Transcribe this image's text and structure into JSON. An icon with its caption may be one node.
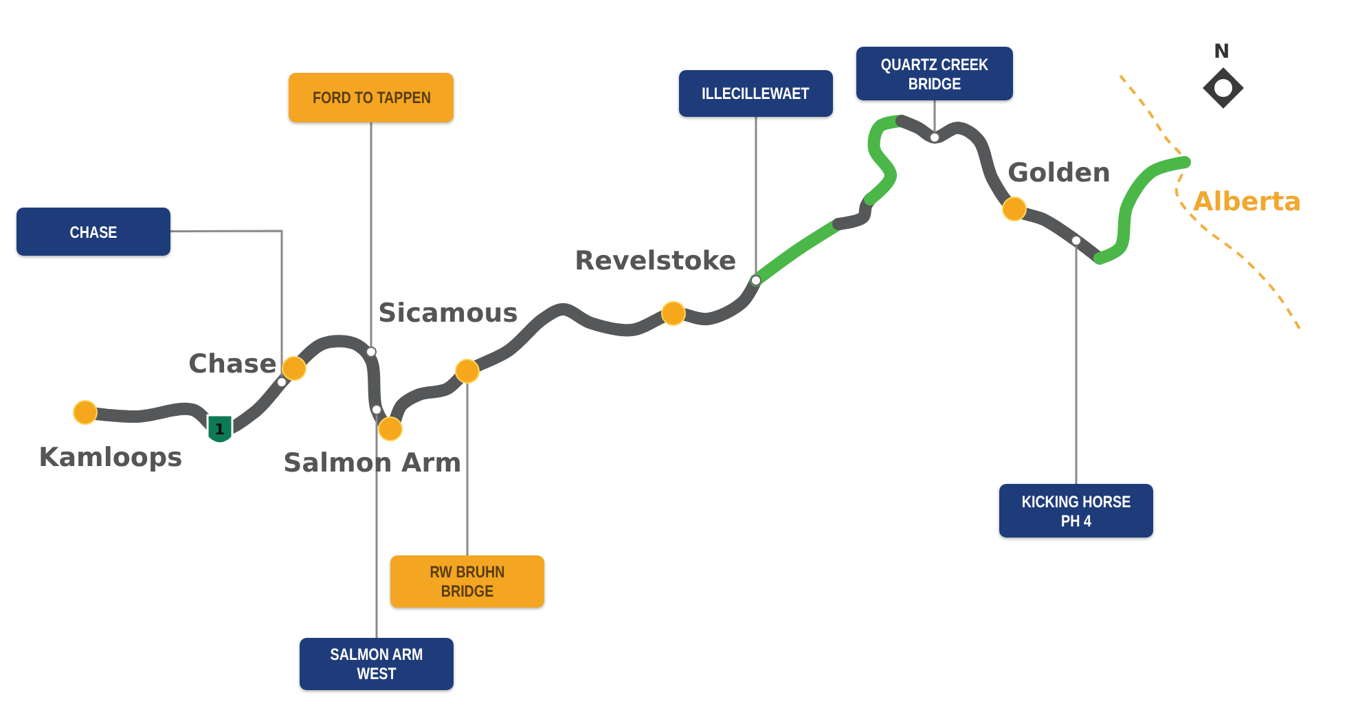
{
  "diagram": {
    "nodes": [
      {
        "text": [
          "CHASE"
        ]
      },
      {
        "text": [
          "FORD TO TAPPEN"
        ]
      },
      {
        "text": [
          "ILLECILLEWAET"
        ]
      },
      {
        "text": [
          "QUARTZ CREEK BRIDGE"
        ]
      },
      {
        "text": [
          "RW BRUHN BRIDGE"
        ]
      },
      {
        "text": [
          "KICKING HORSE PH 4"
        ]
      },
      {
        "text": [
          "SALMON ARM WEST"
        ]
      },
      {
        "text": [],
        "shape": "circle",
        "beside": [
          "Kamloops"
        ]
      },
      {
        "text": [],
        "shape": "circle",
        "beside": [
          "Chase"
        ]
      },
      {
        "text": [],
        "shape": "circle",
        "beside": [
          "Salmon Arm"
        ]
      },
      {
        "text": [],
        "shape": "circle",
        "beside": [
          "Sicamous"
        ]
      },
      {
        "text": [],
        "shape": "circle",
        "beside": [
          "Revelstoke"
        ]
      },
      {
        "text": [],
        "shape": "circle",
        "beside": [
          "Golden"
        ]
      },
      {
        "text": [],
        "shape": "circle"
      },
      {
        "text": [],
        "shape": "circle"
      },
      {
        "text": [],
        "shape": "circle"
      },
      {
        "text": [],
        "shape": "circle"
      },
      {
        "text": [],
        "shape": "circle"
      },
      {
        "text": [],
        "shape": "circle"
      }
    ],
    "edges": [
      {
        "from": 0,
        "to": 13,
        "arrow": "none"
      },
      {
        "from": 1,
        "to": 14,
        "arrow": "none"
      },
      {
        "from": 2,
        "to": 16,
        "arrow": "none"
      },
      {
        "from": 3,
        "to": 17,
        "arrow": "none"
      },
      {
        "from": 4,
        "to": 10,
        "arrow": "none"
      },
      {
        "from": 5,
        "to": 18,
        "arrow": "none"
      },
      {
        "from": 6,
        "to": 15,
        "arrow": "none"
      }
    ],
    "labels": [
      "N",
      "Alberta",
      "1"
    ]
  }
}
